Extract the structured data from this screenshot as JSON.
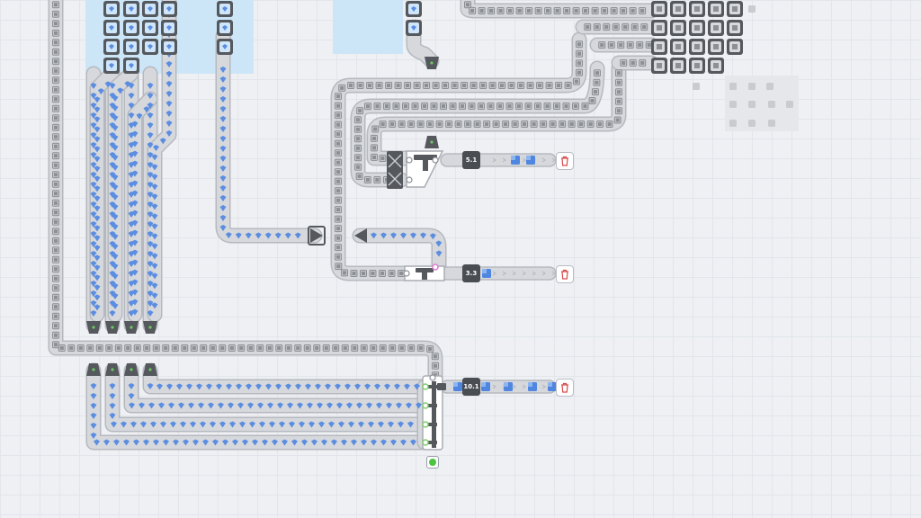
{
  "factory": {
    "lines": [
      {
        "id": "line-1",
        "rate": "5.1"
      },
      {
        "id": "line-2",
        "rate": "3.3"
      },
      {
        "id": "line-3",
        "rate": "10.1"
      }
    ],
    "colors": {
      "belt_fill": "#d6d8dc",
      "belt_border": "#b5b9bf",
      "gray_item": "#8c8f94",
      "blue_item": "#5b8de0",
      "blue_tile": "#cce6f8",
      "machine": "#55585d",
      "trash_red": "#d94a4a",
      "toggle_green": "#4cc43f"
    }
  }
}
